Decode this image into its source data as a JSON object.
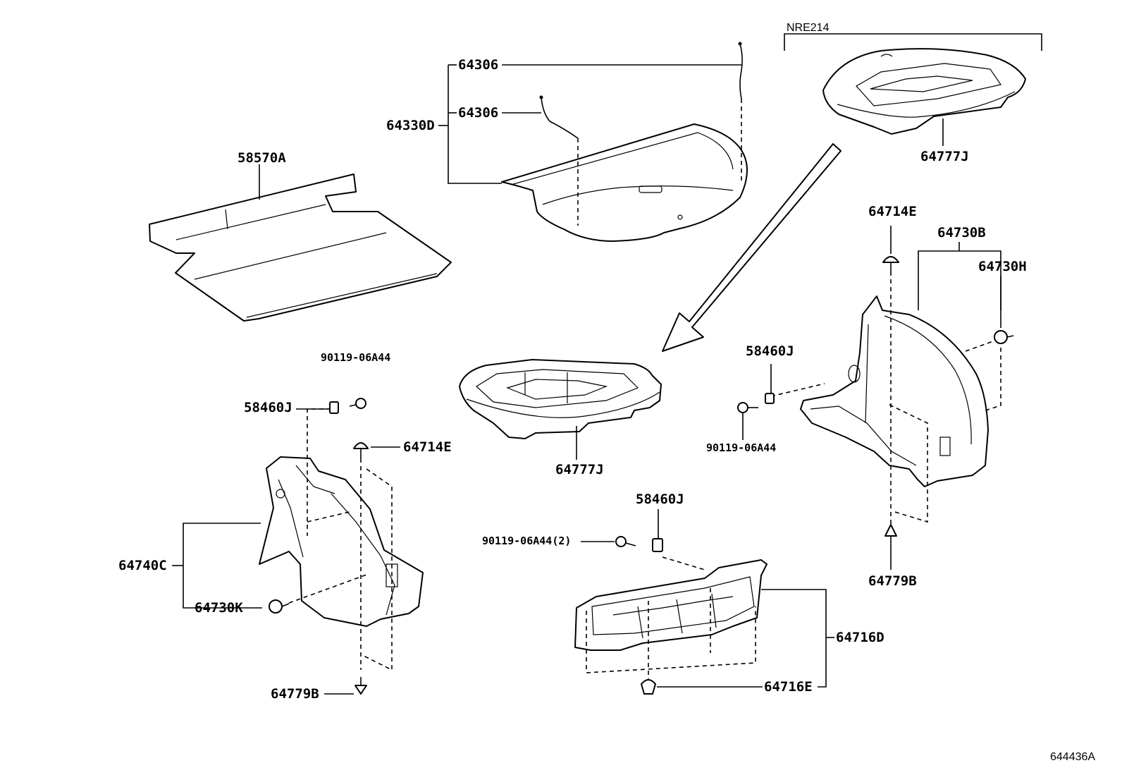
{
  "diagram": {
    "variant_label": "NRE214",
    "figure_code": "644436A",
    "callouts": {
      "deck_board": "58570A",
      "tonneau_cover_assy": "64330D",
      "tonneau_cord_upper": "64306",
      "tonneau_cord_lower": "64306",
      "tray_nre214": "64777J",
      "tray_center": "64777J",
      "clip_right_upper": "64714E",
      "trim_right_assy": "64730B",
      "clip_right_hook": "64730H",
      "nut_right": "58460J",
      "bolt_right": "90119-06A44",
      "clip_right_lower": "64779B",
      "bolt_left": "90119-06A44",
      "nut_left": "58460J",
      "clip_left_upper": "64714E",
      "trim_left_assy": "64740C",
      "clip_left_hook": "64730K",
      "clip_left_lower": "64779B",
      "nut_center": "58460J",
      "bolt_center": "90119-06A44(2)",
      "plate_assy": "64716D",
      "clip_plate": "64716E"
    }
  }
}
